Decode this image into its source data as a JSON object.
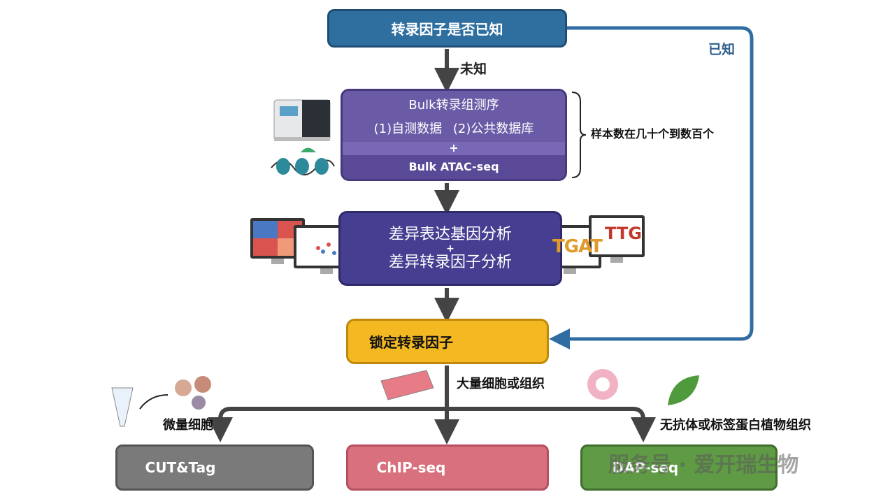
{
  "top_box": "转录因子是否已知",
  "known_label": "已知",
  "unknown_label": "未知",
  "bulk": {
    "title": "Bulk转录组测序",
    "options": "(1)自测数据 (2)公共数据库",
    "plus": "+",
    "atac": "Bulk ATAC-seq"
  },
  "sample_note": "样本数在几十个到数百个",
  "diff": {
    "line1": "差异表达基因分析",
    "plus": "+",
    "line2": "差异转录因子分析"
  },
  "motif_logo_1": "TGAT",
  "motif_logo_2": "TTG",
  "lock_box": "锁定转录因子",
  "branch_labels": {
    "center": "大量细胞或组织",
    "left": "微量细胞",
    "right": "无抗体或标签蛋白植物组织"
  },
  "methods": {
    "left": "CUT&Tag",
    "center": "ChIP-seq",
    "right": "DAP-seq"
  },
  "watermark": "服务号 · 爱开瑞生物",
  "colors": {
    "top": "#2e6f9f",
    "bulk": "#6b5aa6",
    "diff": "#463f91",
    "lock": "#f3b822",
    "cut": "#7a7a7a",
    "chip": "#d9707d",
    "dap": "#5f9a45",
    "arrow": "#444444"
  }
}
